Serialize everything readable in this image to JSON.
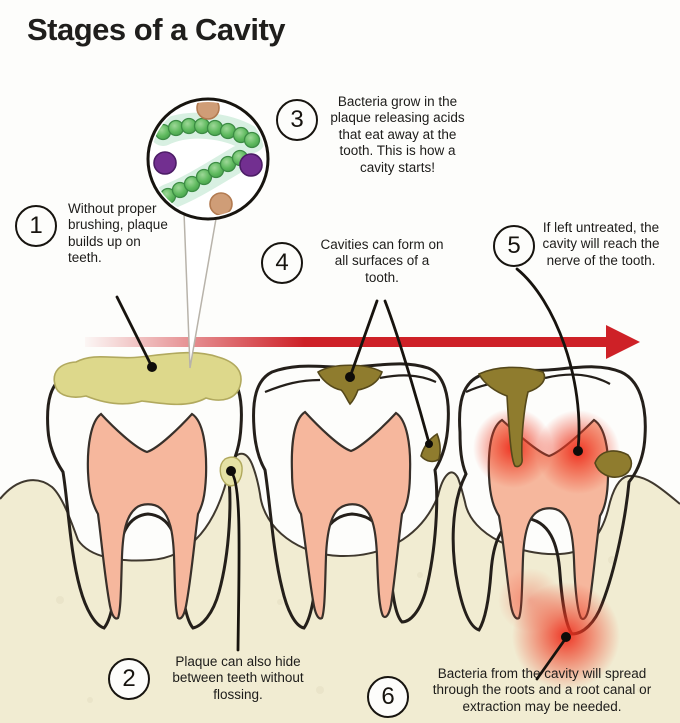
{
  "title": "Stages of a Cavity",
  "callouts": [
    {
      "number": "1",
      "text": "Without proper brushing, plaque builds up on teeth."
    },
    {
      "number": "2",
      "text": "Plaque can also hide between teeth without flossing."
    },
    {
      "number": "3",
      "text": "Bacteria grow in the plaque releasing acids that eat away at the tooth. This is how a cavity starts!"
    },
    {
      "number": "4",
      "text": "Cavities can form on all surfaces of a tooth."
    },
    {
      "number": "5",
      "text": "If left untreated, the cavity will reach the nerve of the tooth."
    },
    {
      "number": "6",
      "text": "Bacteria from the cavity will spread through the roots and a root canal or extraction may be needed."
    }
  ],
  "colors": {
    "arrow_red": "#ce2127",
    "plaque_yellow": "#ddd88b",
    "cavity_olive": "#8f7c2e",
    "pulp_salmon": "#f6b79d",
    "gum_cream": "#f1ecd2",
    "inflammation_red": "#ee3322",
    "bacteria_green": "#57b857",
    "bacteria_purple": "#722f90",
    "bacteria_tan": "#cf9d77",
    "ink": "#241f1a"
  }
}
